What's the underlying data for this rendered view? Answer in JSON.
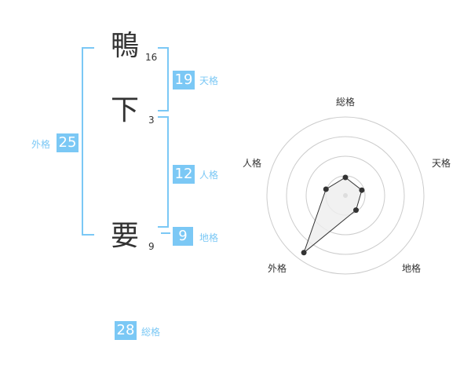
{
  "name": {
    "chars": [
      {
        "char": "鴨",
        "strokes": "16"
      },
      {
        "char": "下",
        "strokes": "3"
      },
      {
        "char": "要",
        "strokes": "9"
      }
    ]
  },
  "kaku": {
    "tenkaku": {
      "value": "19",
      "label": "天格"
    },
    "jinkaku": {
      "value": "12",
      "label": "人格"
    },
    "chikaku": {
      "value": "9",
      "label": "地格"
    },
    "gaikaku": {
      "value": "25",
      "label": "外格"
    },
    "soukaku": {
      "value": "28",
      "label": "総格"
    }
  },
  "radar": {
    "axes": [
      "総格",
      "天格",
      "地格",
      "外格",
      "人格"
    ],
    "values": [
      0.23,
      0.22,
      0.23,
      0.9,
      0.26
    ],
    "stroke_color": "#333333",
    "fill_color": "#eeeeee",
    "grid_color": "#cccccc"
  },
  "colors": {
    "accent": "#7bc8f5",
    "text": "#333333"
  }
}
